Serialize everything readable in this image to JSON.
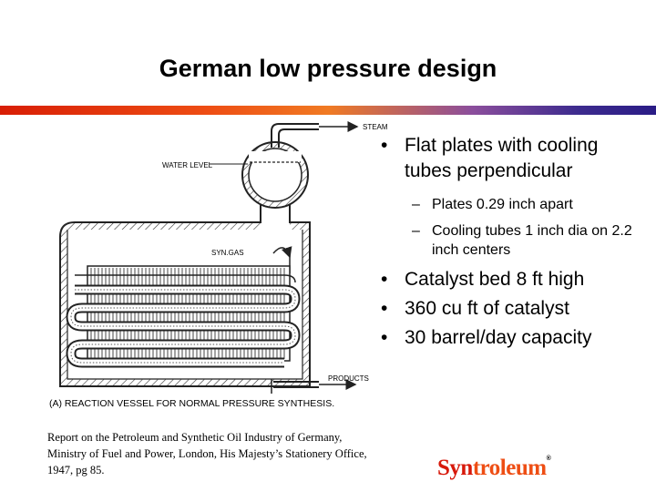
{
  "slide": {
    "title": "German low pressure design"
  },
  "diagram": {
    "labels": {
      "steam": "STEAM",
      "water_level": "WATER LEVEL",
      "syn_gas": "SYN.GAS",
      "products": "PRODUCTS"
    },
    "caption": "(A) REACTION VESSEL FOR NORMAL PRESSURE SYNTHESIS."
  },
  "bullets": [
    {
      "text": "Flat plates with cooling tubes perpendicular",
      "sub": [
        "Plates 0.29 inch apart",
        "Cooling tubes 1 inch dia on 2.2 inch centers"
      ]
    },
    {
      "text": "Catalyst bed 8 ft high",
      "sub": []
    },
    {
      "text": "360 cu ft of catalyst",
      "sub": []
    },
    {
      "text": "30 barrel/day capacity",
      "sub": []
    }
  ],
  "source": "Report on the Petroleum and Synthetic Oil Industry of Germany, Ministry of Fuel and Power, London, His Majesty’s Stationery Office, 1947, pg 85.",
  "logo": {
    "part1": "Syn",
    "part2": "troleum",
    "tm": "®",
    "colors": {
      "red": "#d7190b",
      "orange": "#ee4e14"
    }
  },
  "colors": {
    "rule_start": "#d81e05",
    "rule_end": "#2a1c86"
  }
}
